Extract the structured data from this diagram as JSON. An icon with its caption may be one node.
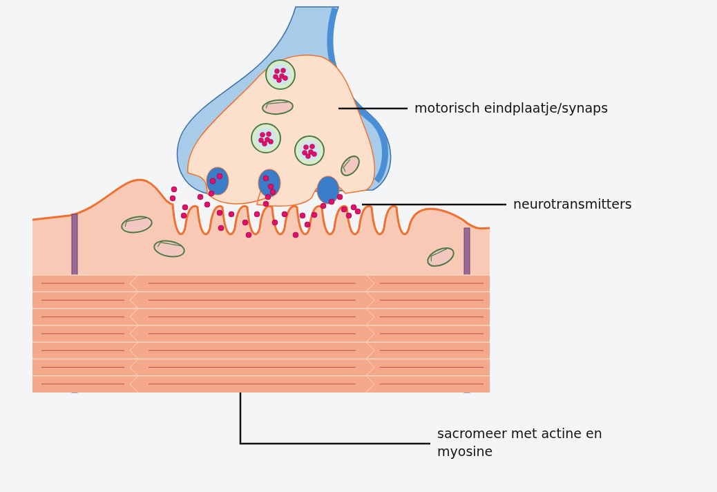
{
  "diagram": {
    "nodes": [
      {
        "text": [
          "motorisch eindplaatje/synaps"
        ]
      },
      {
        "text": [],
        "shape": "picture"
      },
      {
        "text": [
          "neurotransmitters"
        ]
      },
      {
        "text": [],
        "shape": "picture"
      },
      {
        "text": [
          "sacromeer met actine en myosine"
        ]
      },
      {
        "text": [],
        "shape": "picture"
      }
    ],
    "edges": [
      {
        "from": 0,
        "to": 1,
        "arrow": "none"
      },
      {
        "from": 2,
        "to": 3,
        "arrow": "none"
      },
      {
        "from": 4,
        "to": 5,
        "arrow": "none"
      }
    ]
  }
}
